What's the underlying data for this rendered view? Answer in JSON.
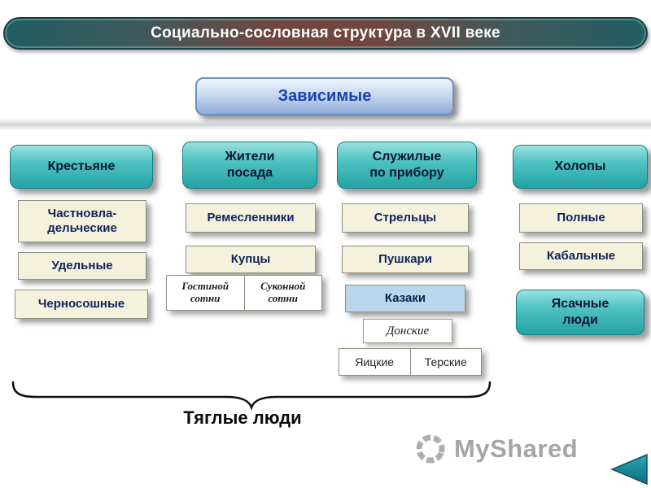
{
  "slide": {
    "title": "Социально-сословная структура в XVII веке",
    "root": "Зависимые",
    "brace_label": "Тяглые люди"
  },
  "columns": [
    {
      "header": "Крестьяне",
      "items": [
        "Частновла-\nдельческие",
        "Удельные",
        "Черносошные"
      ]
    },
    {
      "header": "Жители\nпосада",
      "items": [
        "Ремесленники",
        "Купцы"
      ],
      "split": [
        "Гостиной\nсотни",
        "Суконной\nсотни"
      ]
    },
    {
      "header": "Служилые\nпо прибору",
      "items": [
        "Стрельцы",
        "Пушкари"
      ],
      "cossacks": "Казаки",
      "cossack_don": "Донские",
      "split": [
        "Яицкие",
        "Терские"
      ]
    },
    {
      "header": "Холопы",
      "items": [
        "Полные",
        "Кабальные"
      ],
      "extra": "Ясачные\nлюди"
    }
  ],
  "watermark": "MyShared",
  "colors": {
    "banner_teal": "#215e62",
    "banner_maroon": "#70463f",
    "node_teal": "#35b1b1",
    "item_cream": "#f4f2dc",
    "item_blue": "#bad6ec",
    "root_blue": "#a9c3e4",
    "root_text": "#1d40b0",
    "back_button": "#1d8c9c"
  },
  "icons": {
    "logo": "segmented-ring",
    "back": "left-triangle"
  }
}
